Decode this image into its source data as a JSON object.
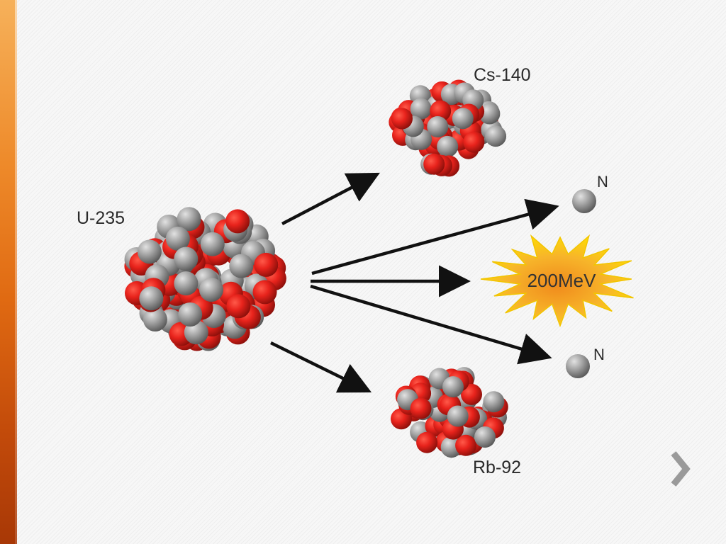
{
  "diagram": {
    "parent_nucleus": {
      "label": "U-235"
    },
    "fragment_top": {
      "label": "Cs-140"
    },
    "fragment_bottom": {
      "label": "Rb-92"
    },
    "neutron_top": {
      "label": "N"
    },
    "neutron_bottom": {
      "label": "N"
    },
    "energy": {
      "label": "200MeV"
    }
  },
  "colors": {
    "proton": "#e8231c",
    "neutron": "#9a9a9a",
    "arrow": "#111111",
    "burst_outer": "#ffd400",
    "burst_inner": "#f5a623",
    "accent_bar": "#e06a12",
    "nav_chevron": "#9a9a9a"
  },
  "navigation": {
    "next_icon": "chevron-right-icon"
  }
}
